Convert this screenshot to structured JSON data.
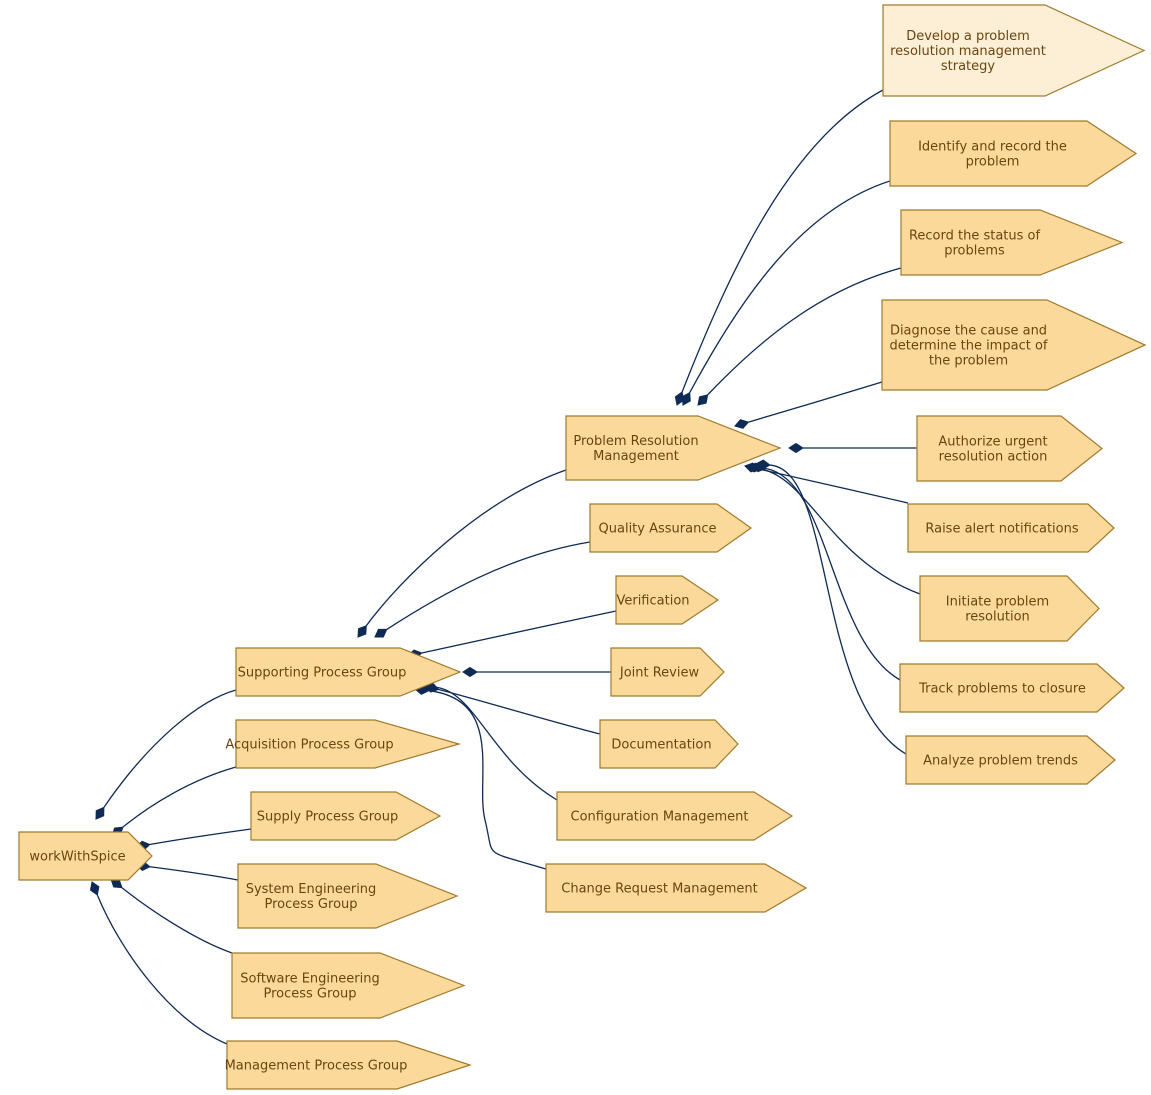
{
  "colors": {
    "node_fill": "#fbd99b",
    "node_fill_highlight": "#fdefd6",
    "node_stroke": "#a07a2c",
    "edge": "#0f2a55",
    "text": "#6b4510"
  },
  "nodes": [
    {
      "id": "workWithSpice",
      "lines": [
        "workWithSpice"
      ]
    },
    {
      "id": "supporting",
      "lines": [
        "Supporting Process Group"
      ]
    },
    {
      "id": "acquisition",
      "lines": [
        "Acquisition Process Group"
      ]
    },
    {
      "id": "supply",
      "lines": [
        "Supply Process Group"
      ]
    },
    {
      "id": "systemeng",
      "lines": [
        "System Engineering",
        "Process Group"
      ]
    },
    {
      "id": "softwareeng",
      "lines": [
        "Software Engineering",
        "Process Group"
      ]
    },
    {
      "id": "management",
      "lines": [
        "Management Process Group"
      ]
    },
    {
      "id": "prm",
      "lines": [
        "Problem Resolution",
        "Management"
      ]
    },
    {
      "id": "qa",
      "lines": [
        "Quality Assurance"
      ]
    },
    {
      "id": "verification",
      "lines": [
        "Verification"
      ]
    },
    {
      "id": "jointreview",
      "lines": [
        "Joint Review"
      ]
    },
    {
      "id": "documentation",
      "lines": [
        "Documentation"
      ]
    },
    {
      "id": "configmgmt",
      "lines": [
        "Configuration Management"
      ]
    },
    {
      "id": "changereq",
      "lines": [
        "Change Request Management"
      ]
    },
    {
      "id": "develop",
      "lines": [
        "Develop a problem",
        "resolution management",
        "strategy"
      ],
      "highlight": true
    },
    {
      "id": "identify",
      "lines": [
        "Identify and record the",
        "problem"
      ]
    },
    {
      "id": "recordstatus",
      "lines": [
        "Record the status of",
        "problems"
      ]
    },
    {
      "id": "diagnose",
      "lines": [
        "Diagnose the cause and",
        "determine the impact of",
        "the problem"
      ]
    },
    {
      "id": "authorize",
      "lines": [
        "Authorize urgent",
        "resolution action"
      ]
    },
    {
      "id": "raise",
      "lines": [
        "Raise alert notifications"
      ]
    },
    {
      "id": "initiate",
      "lines": [
        "Initiate problem",
        "resolution"
      ]
    },
    {
      "id": "track",
      "lines": [
        "Track problems to closure"
      ]
    },
    {
      "id": "analyze",
      "lines": [
        "Analyze problem trends"
      ]
    }
  ],
  "edges": [
    {
      "from": "workWithSpice",
      "to": "supporting"
    },
    {
      "from": "workWithSpice",
      "to": "acquisition"
    },
    {
      "from": "workWithSpice",
      "to": "supply"
    },
    {
      "from": "workWithSpice",
      "to": "systemeng"
    },
    {
      "from": "workWithSpice",
      "to": "softwareeng"
    },
    {
      "from": "workWithSpice",
      "to": "management"
    },
    {
      "from": "supporting",
      "to": "prm"
    },
    {
      "from": "supporting",
      "to": "qa"
    },
    {
      "from": "supporting",
      "to": "verification"
    },
    {
      "from": "supporting",
      "to": "jointreview"
    },
    {
      "from": "supporting",
      "to": "documentation"
    },
    {
      "from": "supporting",
      "to": "configmgmt"
    },
    {
      "from": "supporting",
      "to": "changereq"
    },
    {
      "from": "prm",
      "to": "develop"
    },
    {
      "from": "prm",
      "to": "identify"
    },
    {
      "from": "prm",
      "to": "recordstatus"
    },
    {
      "from": "prm",
      "to": "diagnose"
    },
    {
      "from": "prm",
      "to": "authorize"
    },
    {
      "from": "prm",
      "to": "raise"
    },
    {
      "from": "prm",
      "to": "initiate"
    },
    {
      "from": "prm",
      "to": "track"
    },
    {
      "from": "prm",
      "to": "analyze"
    }
  ]
}
